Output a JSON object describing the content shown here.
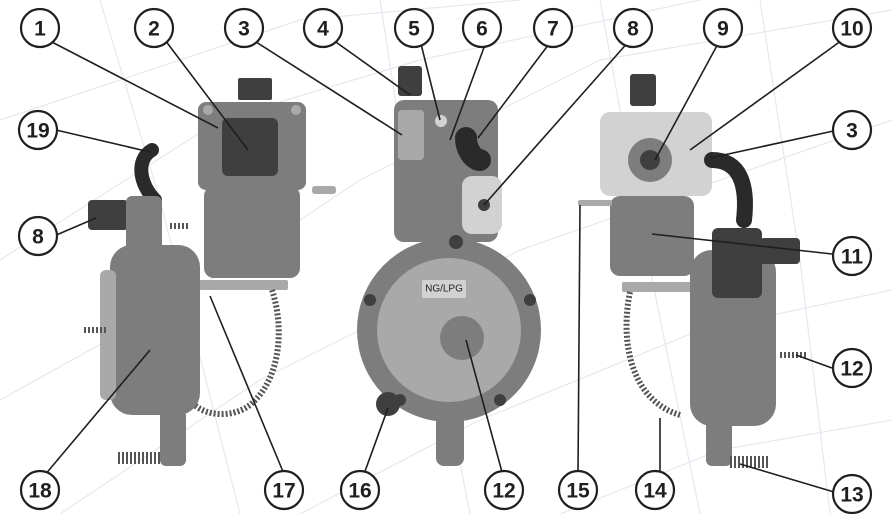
{
  "callouts": {
    "c1": "1",
    "c2": "2",
    "c3a": "3",
    "c4": "4",
    "c5": "5",
    "c6": "6",
    "c7": "7",
    "c8a": "8",
    "c9": "9",
    "c10": "10",
    "c3b": "3",
    "c19": "19",
    "c8b": "8",
    "c11": "11",
    "c12a": "12",
    "c12b": "12",
    "c13": "13",
    "c14": "14",
    "c15": "15",
    "c16": "16",
    "c17": "17",
    "c18": "18"
  },
  "regulator_label": "NG/LPG",
  "colors": {
    "line": "#1f1f1f",
    "metal_dark": "#3f3f3f",
    "metal_mid": "#7d7d7d",
    "metal_light": "#a9a9a9",
    "background": "#ffffff"
  }
}
